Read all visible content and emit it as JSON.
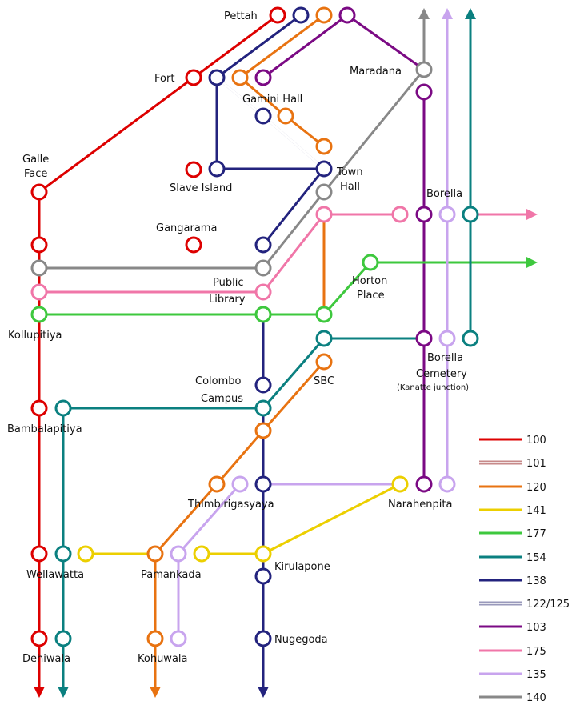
{
  "colors": {
    "r100": "#dd0000",
    "r101": "#c78a8a",
    "r120": "#e87311",
    "r141": "#eccf00",
    "r177": "#3ec83e",
    "r154": "#0b8080",
    "r138": "#23237e",
    "r122_125": "#9999bb",
    "r103": "#7b0a84",
    "r175": "#f076a8",
    "r135": "#c8a4ee",
    "r140": "#888888"
  },
  "stations": {
    "pettah": "Pettah",
    "fort": "Fort",
    "maradana": "Maradana",
    "gamini_hall": "Gamini Hall",
    "galle_face_1": "Galle",
    "galle_face_2": "Face",
    "slave_island": "Slave Island",
    "town_hall_1": "Town",
    "town_hall_2": "Hall",
    "borella": "Borella",
    "gangarama": "Gangarama",
    "public_library_1": "Public",
    "public_library_2": "Library",
    "horton_place_1": "Horton",
    "horton_place_2": "Place",
    "kollupitiya": "Kollupitiya",
    "borella_cemetery_1": "Borella",
    "borella_cemetery_2": "Cemetery",
    "kanatte": "(Kanatte junction)",
    "colombo_campus_1": "Colombo",
    "colombo_campus_2": "Campus",
    "sbc": "SBC",
    "bambalapitiya": "Bambalapitiya",
    "thimbirigasyaya": "Thimbirigasyaya",
    "narahenpita": "Narahenpita",
    "wellawatta": "Wellawatta",
    "pamankada": "Pamankada",
    "kirulapone": "Kirulapone",
    "dehiwala": "Dehiwala",
    "kohuwala": "Kohuwala",
    "nugegoda": "Nugegoda"
  },
  "legend": [
    {
      "route": "100",
      "color": "#dd0000",
      "double": false
    },
    {
      "route": "101",
      "color": "#c78a8a",
      "double": true
    },
    {
      "route": "120",
      "color": "#e87311",
      "double": false
    },
    {
      "route": "141",
      "color": "#eccf00",
      "double": false
    },
    {
      "route": "177",
      "color": "#3ec83e",
      "double": false
    },
    {
      "route": "154",
      "color": "#0b8080",
      "double": false
    },
    {
      "route": "138",
      "color": "#23237e",
      "double": false
    },
    {
      "route": "122/125",
      "color": "#9999bb",
      "double": true
    },
    {
      "route": "103",
      "color": "#7b0a84",
      "double": false
    },
    {
      "route": "175",
      "color": "#f076a8",
      "double": false
    },
    {
      "route": "135",
      "color": "#c8a4ee",
      "double": false
    },
    {
      "route": "140",
      "color": "#888888",
      "double": false
    }
  ]
}
